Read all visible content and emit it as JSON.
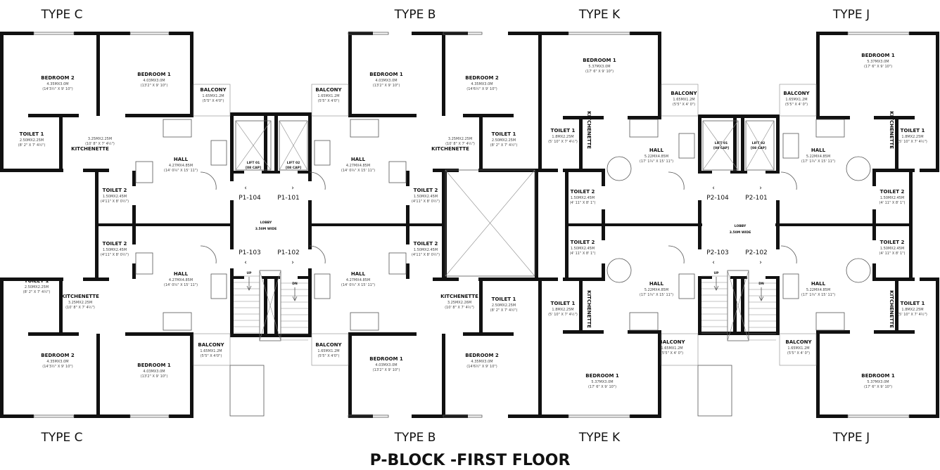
{
  "title": "P-BLOCK -FIRST FLOOR",
  "type_labels": {
    "top": [
      "TYPE C",
      "TYPE B",
      "TYPE K",
      "TYPE J"
    ],
    "bottom": [
      "TYPE C",
      "TYPE B",
      "TYPE K",
      "TYPE J"
    ]
  },
  "rooms": [
    {
      "name": "BEDROOM 2",
      "dim": "4.35MX3.0M",
      "imp": "(14'3½\" X 9' 10\")"
    },
    {
      "name": "BEDROOM 1",
      "dim": "4.03MX3.0M",
      "imp": "(13'2\" X 9' 10\")"
    },
    {
      "name": "BALCONY",
      "dim": "1.65MX1.2M",
      "imp": "(5'5\" X 4'0\")"
    },
    {
      "name": "TOILET 1",
      "dim": "2.50MX2.25M",
      "imp": "(8' 2\" X 7' 4½\")"
    },
    {
      "name": "KITCHENETTE",
      "dim": "3.25MX2.25M",
      "imp": "(10' 8\" X 7' 4½\")"
    },
    {
      "name": "HALL",
      "dim": "4.27MX4.85M",
      "imp": "(14' 0¾\" X 15' 11\")"
    },
    {
      "name": "TOILET 2",
      "dim": "1.50MX2.45M",
      "imp": "(4'11\" X 8' 0½\")"
    },
    {
      "name": "TOILET 2",
      "dim": "1.50MX2.45M",
      "imp": "(4'11\" X 8' 0½\")"
    },
    {
      "name": "HALL",
      "dim": "4.27MX4.85M",
      "imp": "(14' 0¾\" X 15' 11\")"
    },
    {
      "name": "TOILET 1",
      "dim": "2.50MX2.25M",
      "imp": "(8' 2\" X 7' 4½\")"
    },
    {
      "name": "KITCHENETTE",
      "dim": "3.25MX2.25M",
      "imp": "(10' 8\" X 7' 4½\")"
    },
    {
      "name": "BEDROOM 2",
      "dim": "4.35MX3.0M",
      "imp": "(14'3½\" X 9' 10\")"
    },
    {
      "name": "BEDROOM 1",
      "dim": "4.03MX3.0M",
      "imp": "(13'2\" X 9' 10\")"
    },
    {
      "name": "BALCONY",
      "dim": "1.65MX1.2M",
      "imp": "(5'5\" X 4'0\")"
    },
    {
      "name": "BALCONY",
      "dim": "1.65MX1.2M",
      "imp": "(5'5\" X 4'0\")"
    },
    {
      "name": "BEDROOM 1",
      "dim": "4.03MX3.0M",
      "imp": "(13'2\" X 9' 10\")"
    },
    {
      "name": "BEDROOM 2",
      "dim": "4.35MX3.0M",
      "imp": "(14'6½\" X 9' 10\")"
    },
    {
      "name": "TOILET 1",
      "dim": "2.50MX2.25M",
      "imp": "(8' 2\" X 7' 4½\")"
    },
    {
      "name": "KITCHENETTE",
      "dim": "3.25MX2.25M",
      "imp": "(10' 8\" X 7' 4½\")"
    },
    {
      "name": "HALL",
      "dim": "4.27MX4.85M",
      "imp": "(14' 0¾\" X 15' 11\")"
    },
    {
      "name": "TOILET 2",
      "dim": "1.50MX2.45M",
      "imp": "(4'11\" X 8' 0½\")"
    },
    {
      "name": "TOILET 2",
      "dim": "1.50MX2.45M",
      "imp": "(4'11\" X 8' 0½\")"
    },
    {
      "name": "HALL",
      "dim": "4.27MX4.85M",
      "imp": "(14' 0¾\" X 15' 11\")"
    },
    {
      "name": "KITCHENETTE",
      "dim": "3.25MX2.26M",
      "imp": "(10' 8\" X 7' 4½\")"
    },
    {
      "name": "TOILET 1",
      "dim": "2.50MX2.25M",
      "imp": "(8' 2\" X 7' 4½\")"
    },
    {
      "name": "BALCONY",
      "dim": "1.65MX1.2M",
      "imp": "(5'5\" X 4'0\")"
    },
    {
      "name": "BEDROOM 1",
      "dim": "4.03MX3.0M",
      "imp": "(13'2\" X 9' 10\")"
    },
    {
      "name": "BEDROOM 2",
      "dim": "4.35MX3.0M",
      "imp": "(14'6½\" X 9' 10\")"
    },
    {
      "name": "BEDROOM 1",
      "dim": "5.37MX3.0M",
      "imp": "(17' 6\" X 9' 10\")"
    },
    {
      "name": "BALCONY",
      "dim": "1.65MX1.2M",
      "imp": "(5'5\" X 4' 0\")"
    },
    {
      "name": "TOILET 1",
      "dim": "1.8MX2.25M",
      "imp": "(5' 10\" X 7' 4½\")"
    },
    {
      "name": "KITCHENETTE"
    },
    {
      "name": "HALL",
      "dim": "5.22MX4.85M",
      "imp": "(17' 1¾\" X 15' 11\")"
    },
    {
      "name": "TOILET 2",
      "dim": "1.50MX2.45M",
      "imp": "(4' 11\" X 8' 1\")"
    },
    {
      "name": "TOILET 2",
      "dim": "1.50MX2.45M",
      "imp": "(4' 11\" X 8' 1\")"
    },
    {
      "name": "HALL",
      "dim": "5.22MX4.85M",
      "imp": "(17' 1¾\" X 15' 11\")"
    },
    {
      "name": "TOILET 1",
      "dim": "1.8MX2.25M",
      "imp": "(5' 10\" X 7' 4½\")"
    },
    {
      "name": "KITCHENETTE"
    },
    {
      "name": "BALCONY",
      "dim": "1.65MX1.2M",
      "imp": "(5'5\" X 4' 0\")"
    },
    {
      "name": "BEDROOM 1",
      "dim": "5.37MX3.0M",
      "imp": "(17' 6\" X 9' 10\")"
    },
    {
      "name": "BEDROOM 1",
      "dim": "5.37MX3.0M",
      "imp": "(17' 6\" X 9' 10\")"
    },
    {
      "name": "BALCONY",
      "dim": "1.65MX1.2M",
      "imp": "(5'5\" X 4' 0\")"
    },
    {
      "name": "HALL",
      "dim": "5.22MX4.85M",
      "imp": "(17' 1¾\" X 15' 11\")"
    },
    {
      "name": "KITCHENETTE"
    },
    {
      "name": "TOILET 1",
      "dim": "1.8MX2.25M",
      "imp": "(5' 10\" X 7' 4½\")"
    },
    {
      "name": "TOILET 2",
      "dim": "1.50MX2.45M",
      "imp": "(4' 11\" X 8' 1\")"
    },
    {
      "name": "TOILET 2",
      "dim": "1.50MX2.45M",
      "imp": "(4' 11\" X 8' 1\")"
    },
    {
      "name": "HALL",
      "dim": "5.22MX4.85M",
      "imp": "(17' 1¾\" X 15' 11\")"
    },
    {
      "name": "KITCHENETTE"
    },
    {
      "name": "TOILET 1",
      "dim": "1.8MX2.25M",
      "imp": "(5' 10\" X 7' 4½\")"
    },
    {
      "name": "BALCONY",
      "dim": "1.65MX1.2M",
      "imp": "(5'5\" X 4' 0\")"
    },
    {
      "name": "BEDROOM 1",
      "dim": "5.37MX3.0M",
      "imp": "(17' 6\" X 9' 10\")"
    }
  ],
  "lifts": [
    {
      "name": "LIFT 01",
      "cap": "[08 CAP]"
    },
    {
      "name": "LIFT 02",
      "cap": "[08 CAP]"
    },
    {
      "name": "LIFT 01",
      "cap": "[08 CAP]"
    },
    {
      "name": "LIFT 02",
      "cap": "[08 CAP]"
    }
  ],
  "units": [
    "P1-104",
    "P1-101",
    "P1-103",
    "P1-102",
    "P2-104",
    "P2-101",
    "P2-103",
    "P2-102"
  ],
  "lobbies": [
    {
      "name": "LOBBY",
      "width": "3.50M WIDE"
    },
    {
      "name": "LOBBY",
      "width": "3.50M WIDE"
    }
  ],
  "stairs": [
    "UP",
    "DN",
    "UP",
    "DN"
  ]
}
